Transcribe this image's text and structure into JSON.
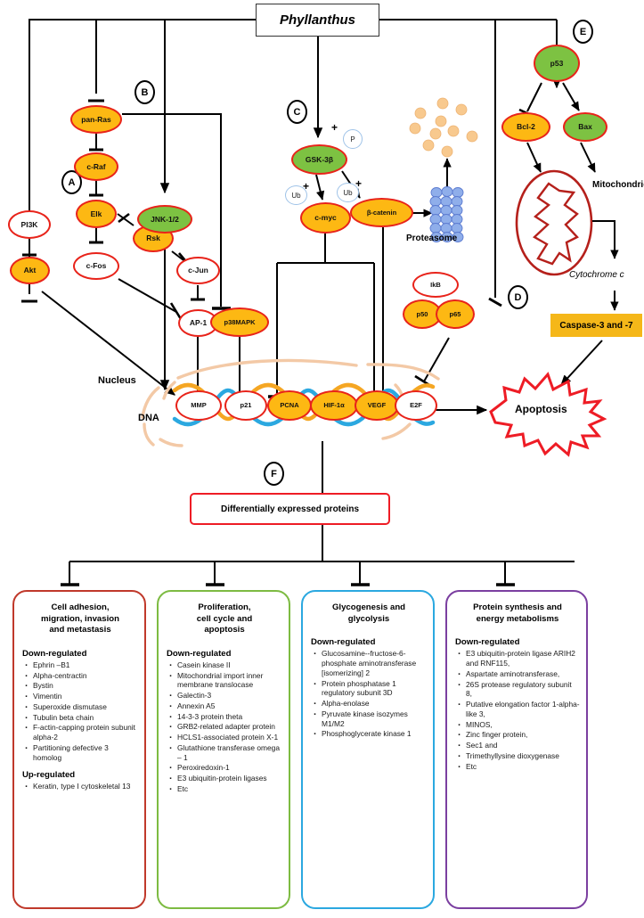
{
  "title_box": {
    "label": "Phyllanthus"
  },
  "markers": {
    "a": "A",
    "b": "B",
    "c": "C",
    "d": "D",
    "e": "E",
    "f": "F"
  },
  "nodes": {
    "pan_ras": "pan-Ras",
    "c_raf": "c-Raf",
    "pi3k": "PI3K",
    "elk": "Elk",
    "rsk": "Rsk",
    "akt": "Akt",
    "c_fos": "c-Fos",
    "c_jun": "c-Jun",
    "ap1": "AP-1",
    "jnk": "JNK-1/2",
    "p38mapk": "p38MAPK",
    "gsk3b": "GSK-3β",
    "c_myc": "c-myc",
    "beta_catenin": "β-catenin",
    "p53": "p53",
    "bcl2": "Bcl-2",
    "bax": "Bax",
    "ikb": "IkB",
    "p50": "p50",
    "p65": "p65"
  },
  "annotations": {
    "p": "P",
    "ub1": "Ub",
    "ub2": "Ub",
    "plus": "+"
  },
  "dna_genes": [
    {
      "label": "MMP",
      "fill": "white"
    },
    {
      "label": "p21",
      "fill": "white"
    },
    {
      "label": "PCNA",
      "fill": "orange"
    },
    {
      "label": "HIF-1α",
      "fill": "orange"
    },
    {
      "label": "VEGF",
      "fill": "orange"
    },
    {
      "label": "E2F",
      "fill": "white"
    }
  ],
  "labels": {
    "nucleus": "Nucleus",
    "dna": "DNA",
    "proteasome": "Proteasome",
    "mitochondrion": "Mitochondrion",
    "cytochrome_c": "Cytochrome c",
    "caspase": "Caspase-3 and -7",
    "apoptosis": "Apoptosis"
  },
  "dep_box": {
    "label": "Differentially expressed proteins"
  },
  "panels": [
    {
      "title": "Cell adhesion,\nmigration, invasion\nand metastasis",
      "color": "#C0392B",
      "groups": [
        {
          "heading": "Down-regulated",
          "items": [
            "Ephrin –B1",
            "Alpha-centractin",
            "Bystin",
            "Vimentin",
            "Superoxide dismutase",
            "Tubulin beta chain",
            "F-actin-capping protein subunit alpha-2",
            "Partitioning defective 3 homolog"
          ]
        },
        {
          "heading": "Up-regulated",
          "items": [
            "Keratin, type I cytoskeletal  13"
          ]
        }
      ]
    },
    {
      "title": "Proliferation,\ncell cycle and\napoptosis",
      "color": "#7DBB42",
      "groups": [
        {
          "heading": "Down-regulated",
          "items": [
            "Casein kinase II",
            "Mitochondrial import inner membrane translocase",
            "Galectin-3",
            "Annexin A5",
            "14-3-3 protein theta",
            "GRB2-related adapter protein",
            "HCLS1-associated protein X-1",
            "Glutathione transferase omega – 1",
            "Peroxiredoxin-1",
            "E3 ubiquitin-protein ligases",
            "Etc"
          ]
        }
      ]
    },
    {
      "title": "Glycogenesis and\nglycolysis",
      "color": "#2BA8E0",
      "groups": [
        {
          "heading": "Down-regulated",
          "items": [
            "Glucosamine--fructose-6-phosphate aminotransferase [isomerizing] 2",
            "Protein phosphatase 1 regulatory subunit 3D",
            "Alpha-enolase",
            "Pyruvate kinase isozymes M1/M2",
            "Phosphoglycerate kinase 1"
          ]
        }
      ]
    },
    {
      "title": "Protein synthesis and\nenergy metabolisms",
      "color": "#7B3FA0",
      "groups": [
        {
          "heading": "Down-regulated",
          "items": [
            "E3 ubiquitin-protein ligase ARIH2  and RNF115,",
            "Aspartate aminotransferase,",
            "26S protease regulatory subunit 8,",
            "Putative elongation factor 1-alpha-like 3,",
            "MINOS,",
            "Zinc finger protein,",
            "Sec1 and",
            "Trimethyllysine dioxygenase",
            "Etc"
          ]
        }
      ]
    }
  ],
  "colors": {
    "red_outline": "#e8231a",
    "orange_fill": "#FDB813",
    "green_fill": "#7DC242",
    "caspase_bg": "#F5B719",
    "nucleus_membrane": "#F5C9A4",
    "dna_blue": "#2BA8E0",
    "dna_orange": "#F5A623",
    "proteasome_blue": "#7B9FE0",
    "apoptosis_red": "#EE1C25"
  }
}
